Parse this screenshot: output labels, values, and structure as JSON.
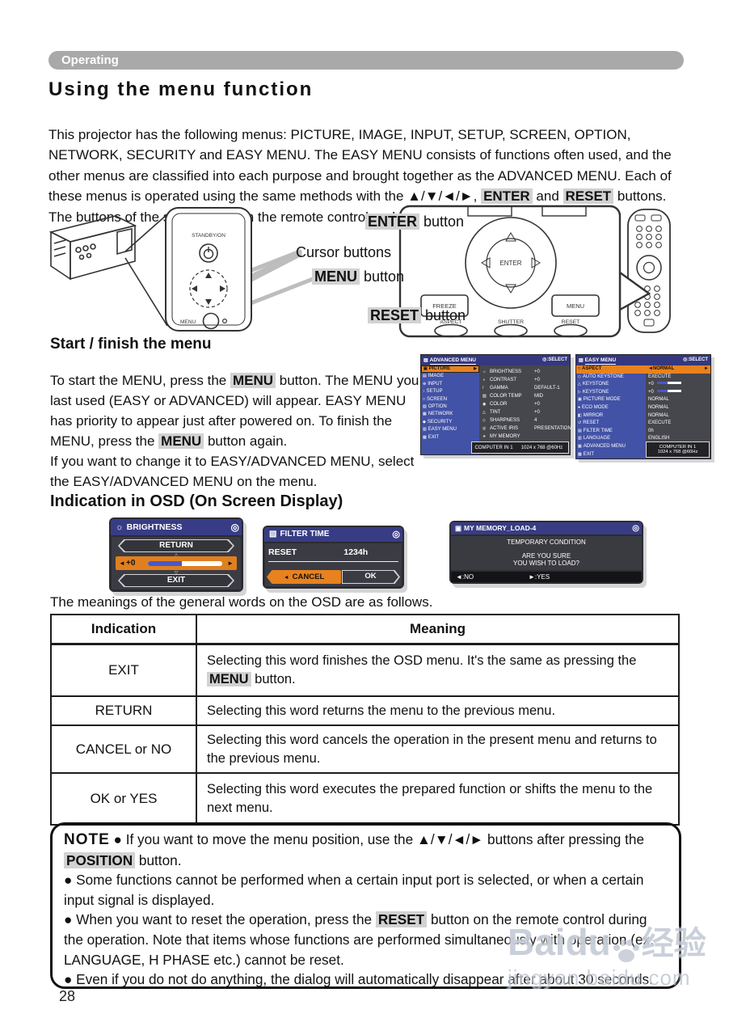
{
  "colors": {
    "accent_orange": "#E8821E",
    "menu_title_blue": "#383C84",
    "menu_left_blue": "#4252A6",
    "menu_panel_gray": "#46464D",
    "tag_bar_gray": "#A9A9A9"
  },
  "page": {
    "tag": "Operating",
    "title": "Using the menu function",
    "page_number": "28",
    "intro_pre": "This projector has the following menus: PICTURE, IMAGE, INPUT, SETUP, SCREEN, OPTION, NETWORK, SECURITY and EASY MENU. The EASY MENU consists of functions often used, and the other menus are classified into each purpose and brought together as the ADVANCED MENU. Each of these menus is operated using the same methods with the ▲/▼/◄/►, ",
    "intro_kw1": "ENTER",
    "intro_mid": " and ",
    "intro_kw2": "RESET",
    "intro_post": " buttons. The buttons of the same name on the remote control and on the projector function equally."
  },
  "diagram": {
    "enter_kw": "ENTER",
    "enter_rest": " button",
    "cursor_label": "Cursor buttons",
    "menu_kw": "MENU",
    "menu_rest": " button",
    "reset_kw": "RESET",
    "reset_rest": " button",
    "panel": {
      "standby": "STANDBY/ON",
      "menu": "MENU"
    },
    "pad": {
      "enter": "ENTER",
      "freeze": "FREEZE",
      "menu": "MENU",
      "aspect": "ASPECT",
      "shutter": "SHUTTER",
      "reset": "RESET"
    }
  },
  "start_finish": {
    "heading": "Start / finish the menu",
    "pre": "To start the MENU, press the ",
    "kw1": "MENU",
    "mid": " button. The MENU you last used (EASY or ADVANCED) will appear. EASY MENU has priority to appear just after powered on. To finish the MENU, press the ",
    "kw2": "MENU",
    "post": " button again.\nIf you want to change it to EASY/ADVANCED MENU, select the EASY/ADVANCED MENU on the menu."
  },
  "advanced_menu": {
    "title": "ADVANCED MENU",
    "menu_icon": "▤",
    "select_icon": "◎",
    "select_label": ":SELECT",
    "left_items": [
      {
        "icon": "▣",
        "label": "PICTURE",
        "selected": true,
        "arrow": "▶"
      },
      {
        "icon": "▤",
        "label": "IMAGE"
      },
      {
        "icon": "⊕",
        "label": "INPUT"
      },
      {
        "icon": "↕",
        "label": "SETUP"
      },
      {
        "icon": "□",
        "label": "SCREEN"
      },
      {
        "icon": "▧",
        "label": "OPTION"
      },
      {
        "icon": "▦",
        "label": "NETWORK"
      },
      {
        "icon": "◆",
        "label": "SECURITY"
      },
      {
        "icon": "▥",
        "label": "EASY MENU"
      },
      {
        "icon": "▩",
        "label": "EXIT"
      }
    ],
    "right_items": [
      {
        "icon": "☼",
        "label": "BRIGHTNESS",
        "value": "+0"
      },
      {
        "icon": "◑",
        "label": "CONTRAST",
        "value": "+0"
      },
      {
        "icon": "/",
        "label": "GAMMA",
        "value": "DEFAULT-1"
      },
      {
        "icon": "▨",
        "label": "COLOR TEMP",
        "value": "MID"
      },
      {
        "icon": "◉",
        "label": "COLOR",
        "value": "+0"
      },
      {
        "icon": "△",
        "label": "TINT",
        "value": "+0"
      },
      {
        "icon": "◇",
        "label": "SHARPNESS",
        "value": "4"
      },
      {
        "icon": "◎",
        "label": "ACTIVE IRIS",
        "value": "PRESENTATION"
      },
      {
        "icon": "∗",
        "label": "MY MEMORY",
        "value": ""
      }
    ],
    "status_input": "COMPUTER IN 1",
    "status_res": "1024 x 768 @60Hz"
  },
  "easy_menu": {
    "title": "EASY MENU",
    "menu_icon": "▤",
    "select_icon": "◎",
    "select_label": ":SELECT",
    "rows": [
      {
        "icon": "□",
        "label": "ASPECT",
        "value": "◄NORMAL",
        "arrow": "►",
        "selected": true
      },
      {
        "icon": "◇",
        "label": "AUTO KEYSTONE",
        "value": "EXECUTE"
      },
      {
        "icon": "△",
        "label": "KEYSTONE",
        "value": "+0",
        "slider": true
      },
      {
        "icon": "▷",
        "label": "KEYSTONE",
        "value": "+0",
        "slider": true
      },
      {
        "icon": "▣",
        "label": "PICTURE MODE",
        "value": "NORMAL"
      },
      {
        "icon": "●",
        "label": "ECO MODE",
        "value": "NORMAL"
      },
      {
        "icon": "◧",
        "label": "MIRROR",
        "value": "NORMAL"
      },
      {
        "icon": "↺",
        "label": "RESET",
        "value": "EXECUTE"
      },
      {
        "icon": "▤",
        "label": "FILTER TIME",
        "value": "0h"
      },
      {
        "icon": "▥",
        "label": "LANGUAGE",
        "value": "ENGLISH"
      },
      {
        "icon": "▦",
        "label": "ADVANCED MENU",
        "value": "",
        "nobg": true
      },
      {
        "icon": "▩",
        "label": "EXIT",
        "value": "",
        "nobg": true
      }
    ],
    "status_line1": "COMPUTER IN 1",
    "status_line2": "1024 x 768 @60Hz"
  },
  "osd_heading": "Indication in OSD (On Screen Display)",
  "osd": {
    "brightness": {
      "icon": "☼",
      "title": "BRIGHTNESS",
      "move_icon": "◎",
      "return_label": "RETURN",
      "left_arrow": "◄",
      "value": "+0",
      "right_arrow": "►",
      "up_arrow": "△",
      "down_arrow": "▽",
      "exit_label": "EXIT"
    },
    "filter_time": {
      "icon": "▧",
      "title": "FILTER TIME",
      "move_icon": "◎",
      "reset_label": "RESET",
      "value": "1234h",
      "cancel_arrow": "◄",
      "cancel_label": "CANCEL",
      "ok_label": "OK"
    },
    "my_memory": {
      "icon": "▣",
      "title": "MY MEMORY_LOAD-4",
      "move_icon": "◎",
      "line1": "TEMPORARY CONDITION",
      "line2": "ARE YOU SURE",
      "line3": "YOU WISH TO LOAD?",
      "no_label": "◄:NO",
      "yes_label": "►:YES"
    }
  },
  "table_lead": "The meanings of the general words on the OSD are as follows.",
  "table": {
    "header_indication": "Indication",
    "header_meaning": "Meaning",
    "rows": [
      {
        "indication": "EXIT",
        "pre": "Selecting this word finishes the OSD menu. It's the same as pressing the ",
        "kw": "MENU",
        "post": " button."
      },
      {
        "indication": "RETURN",
        "pre": "Selecting this word returns the menu to the previous menu.",
        "kw": "",
        "post": ""
      },
      {
        "indication": "CANCEL or NO",
        "pre": "Selecting this word cancels the operation in the present menu and returns to the previous menu.",
        "kw": "",
        "post": ""
      },
      {
        "indication": "OK or YES",
        "pre": "Selecting this word executes the prepared function or shifts the menu to the next menu.",
        "kw": "",
        "post": ""
      }
    ]
  },
  "note": {
    "label": "NOTE",
    "p1_pre": " ● If you want to move the menu position, use the ▲/▼/◄/► buttons after pressing the ",
    "p1_kw": "POSITION",
    "p1_post": " button.",
    "p2": "● Some functions cannot be performed when a certain input port is selected, or when a certain input signal is displayed.",
    "p3_pre": "● When you want to reset the operation, press the ",
    "p3_kw": "RESET",
    "p3_post": " button on the remote control during the operation. Note that items whose functions are performed simultaneously with operation (ex. LANGUAGE, H PHASE etc.) cannot be reset.",
    "p4": "● Even if you do not do anything, the dialog will automatically disappear after about 30 seconds."
  },
  "watermark": {
    "brand": "Baidu",
    "brand_cn": "经验",
    "url": "jingyan.baidu.com"
  }
}
